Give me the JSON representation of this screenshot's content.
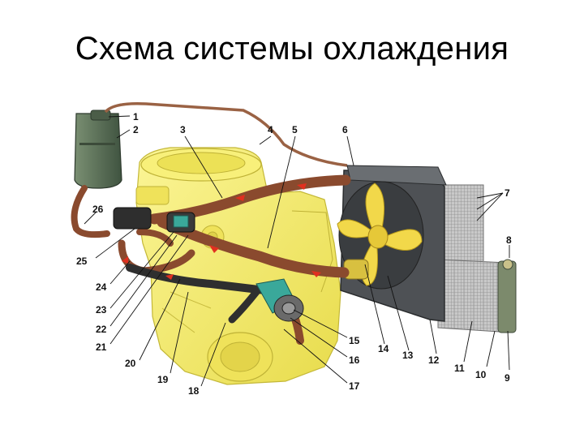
{
  "title": "Схема системы охлаждения",
  "colors": {
    "engine": "#f5ec6a",
    "engine_edge": "#b8ac2c",
    "hose": "#8a4a2e",
    "hose_dark": "#2f2f2f",
    "radiator_frame": "#4a4d50",
    "radiator_core": "#b8b8b8",
    "fan_blade": "#f0d64a",
    "tank": "#5e7358",
    "flow_arrow": "#e03020"
  },
  "labels": [
    "1",
    "2",
    "3",
    "4",
    "5",
    "6",
    "7",
    "8",
    "9",
    "10",
    "11",
    "12",
    "13",
    "14",
    "15",
    "16",
    "17",
    "18",
    "19",
    "20",
    "21",
    "22",
    "23",
    "24",
    "25",
    "26"
  ]
}
